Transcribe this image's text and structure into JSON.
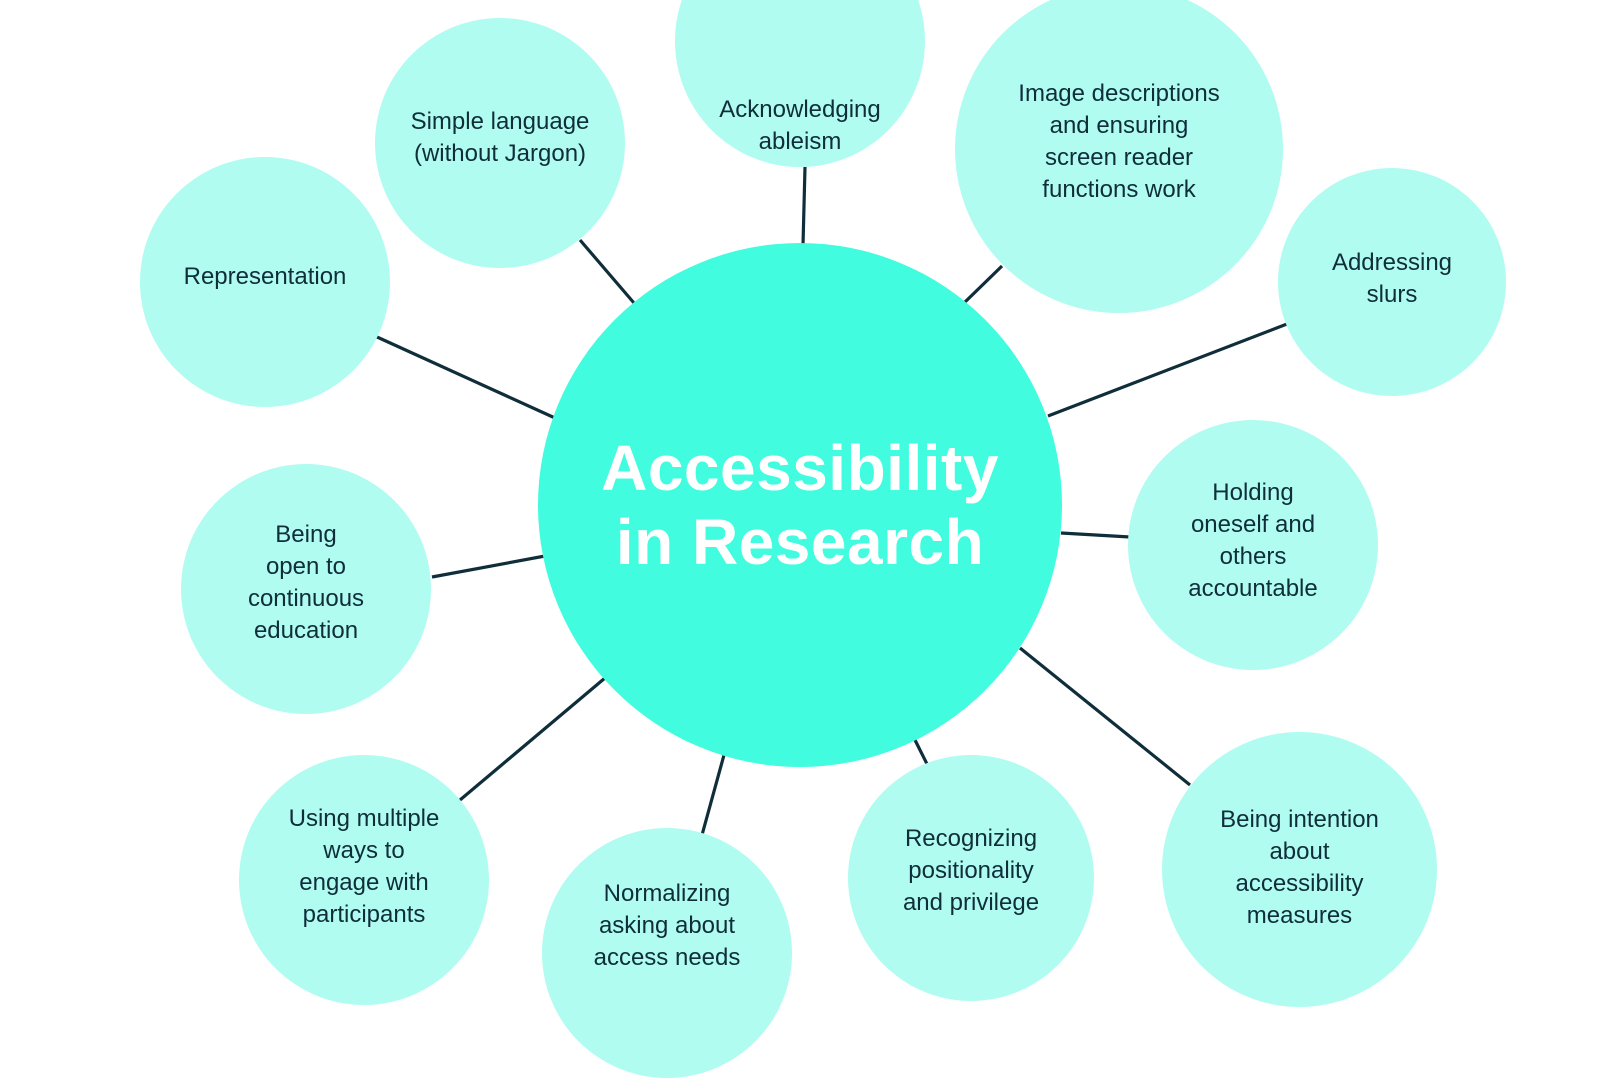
{
  "diagram": {
    "colors": {
      "center_fill": "#41fcdf",
      "satellite_fill": "#b0fcf1",
      "center_text": "#ffffff",
      "satellite_text": "#0f2e3a",
      "connector": "#0f2e3a"
    },
    "center": {
      "label": "Accessibility\nin Research"
    },
    "nodes": [
      {
        "id": "acknowledging-ableism",
        "label": "Acknowledging\nableism"
      },
      {
        "id": "simple-language",
        "label": "Simple language\n(without Jargon)"
      },
      {
        "id": "image-descriptions",
        "label": "Image descriptions\nand ensuring\nscreen reader\nfunctions work"
      },
      {
        "id": "representation",
        "label": "Representation"
      },
      {
        "id": "addressing-slurs",
        "label": "Addressing\nslurs"
      },
      {
        "id": "holding-accountable",
        "label": "Holding\noneself and\nothers\naccountable"
      },
      {
        "id": "continuous-education",
        "label": "Being\nopen to\ncontinuous\neducation"
      },
      {
        "id": "multiple-ways",
        "label": "Using multiple\nways to\nengage with\nparticipants"
      },
      {
        "id": "normalizing-access",
        "label": "Normalizing\nasking about\naccess needs"
      },
      {
        "id": "positionality",
        "label": "Recognizing\npositionality\nand privilege"
      },
      {
        "id": "intention-measures",
        "label": "Being intention\nabout\naccessibility\nmeasures"
      }
    ]
  }
}
